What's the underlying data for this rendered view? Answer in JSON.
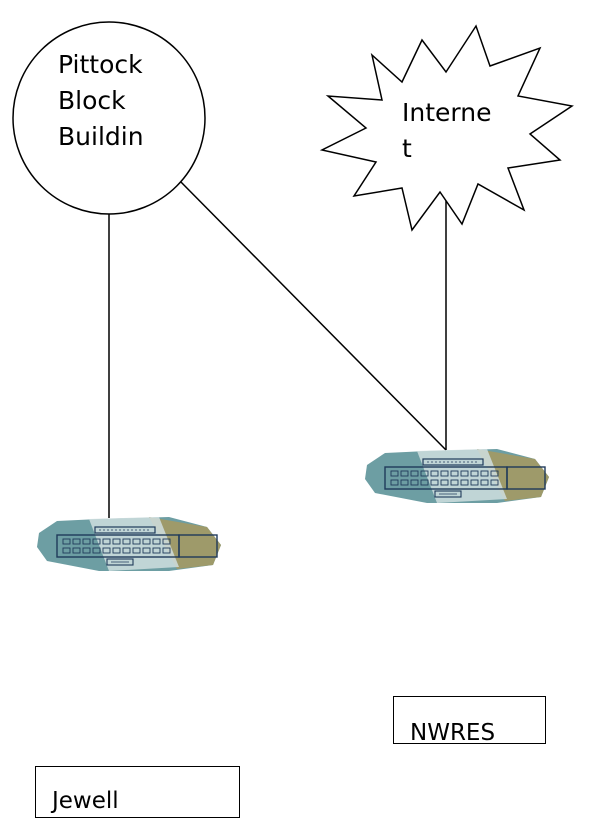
{
  "nodes": {
    "pittock": {
      "label": "Pittock\nBlock\nBuildin"
    },
    "internet": {
      "label": "Interne\nt"
    }
  },
  "sites": {
    "nwres": {
      "label": "NWRES"
    },
    "jewell": {
      "label": "Jewell"
    }
  },
  "colors": {
    "stroke": "#000000",
    "router_teal": "#6d9ea3",
    "router_olive": "#9e9a6a",
    "router_pale": "#cfdedf",
    "router_navy": "#1f3a5a"
  },
  "icons": [
    "router-icon",
    "router-icon"
  ]
}
